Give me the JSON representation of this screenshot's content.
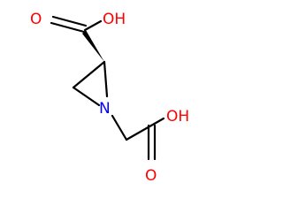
{
  "colors": {
    "background": "#ffffff",
    "bond": "#000000",
    "oxygen": "#ff0000",
    "nitrogen": "#0000ff"
  },
  "atoms": {
    "o_top_left": {
      "label": "O",
      "element": "oxygen"
    },
    "oh_top_right": {
      "label": "OH",
      "element": "oxygen"
    },
    "n_ring": {
      "label": "N",
      "element": "nitrogen"
    },
    "oh_right": {
      "label": "OH",
      "element": "oxygen"
    },
    "o_bottom": {
      "label": "O",
      "element": "oxygen"
    }
  }
}
